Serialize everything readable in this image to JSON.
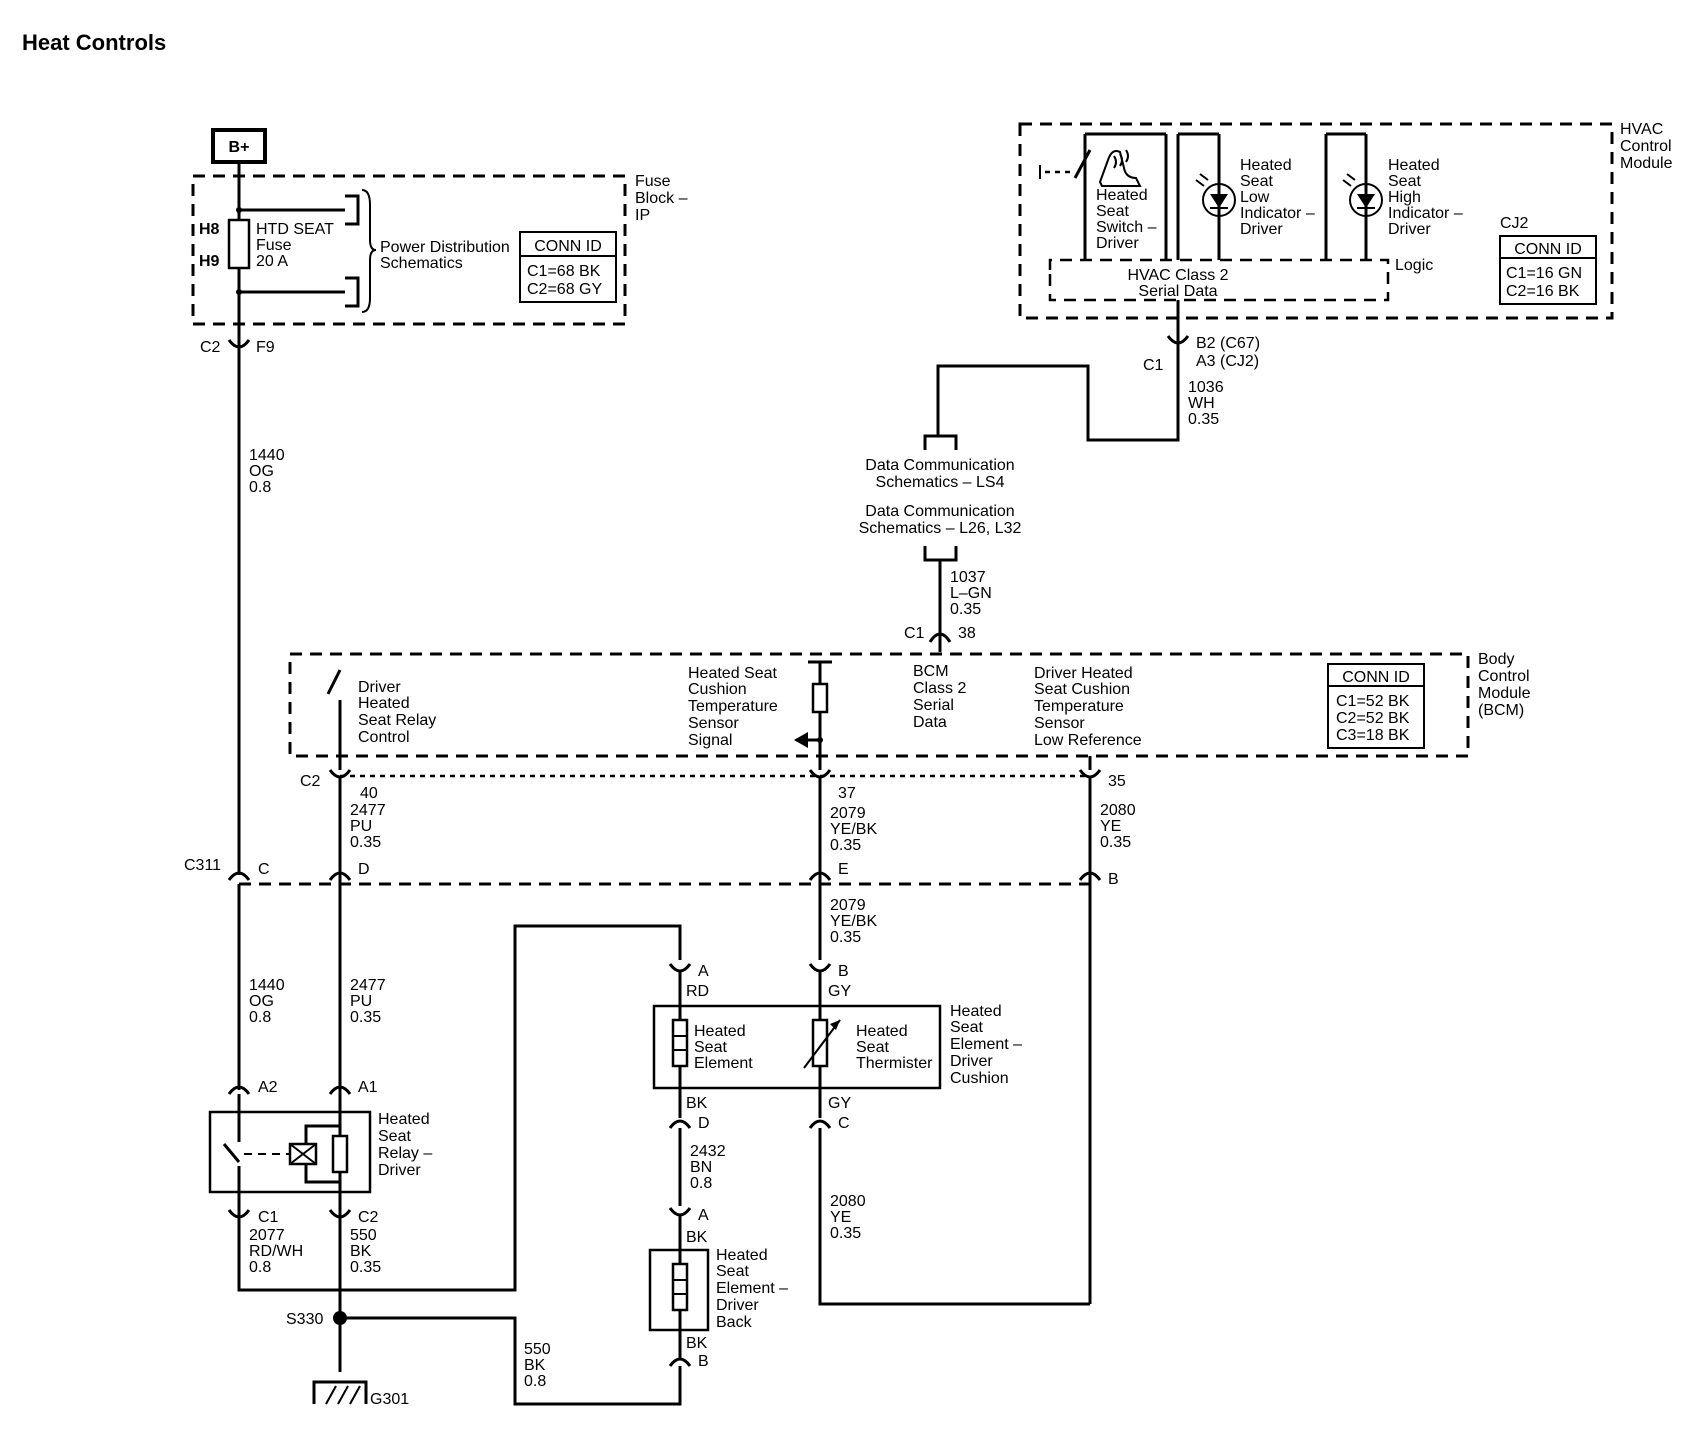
{
  "title": "Heat Controls",
  "power": {
    "label": "B+"
  },
  "fuse_block": {
    "name": [
      "Fuse",
      "Block –",
      "IP"
    ],
    "fuse": [
      "HTD SEAT",
      "Fuse",
      "20 A"
    ],
    "pin_top": "H8",
    "pin_bottom": "H9",
    "ref": [
      "Power Distribution",
      "Schematics"
    ],
    "conn_title": "CONN ID",
    "conn": [
      "C1=68 BK",
      "C2=68 GY"
    ],
    "out_conn": "C2",
    "out_pin": "F9"
  },
  "wire_1440_top": [
    "1440",
    "OG",
    "0.8"
  ],
  "hvac": {
    "name": [
      "HVAC",
      "Control",
      "Module"
    ],
    "switch": [
      "Heated",
      "Seat",
      "Switch –",
      "Driver"
    ],
    "low": [
      "Heated",
      "Seat",
      "Low",
      "Indicator –",
      "Driver"
    ],
    "high": [
      "Heated",
      "Seat",
      "High",
      "Indicator –",
      "Driver"
    ],
    "serial": [
      "HVAC Class 2",
      "Serial Data"
    ],
    "logic": "Logic",
    "cj2": "CJ2",
    "conn_title": "CONN ID",
    "conn": [
      "C1=16 GN",
      "C2=16 BK"
    ],
    "pin_c1": "C1",
    "pin": [
      "B2 (C67)",
      "A3 (CJ2)"
    ]
  },
  "wire_1036": [
    "1036",
    "WH",
    "0.35"
  ],
  "data_comm_1": [
    "Data Communication",
    "Schematics – LS4"
  ],
  "data_comm_2": [
    "Data Communication",
    "Schematics – L26, L32"
  ],
  "wire_1037": [
    "1037",
    "L–GN",
    "0.35"
  ],
  "bcm_pin_conn": "C1",
  "bcm_pin": "38",
  "bcm": {
    "name": [
      "Body",
      "Control",
      "Module",
      "(BCM)"
    ],
    "relay_ctrl": [
      "Driver",
      "Heated",
      "Seat Relay",
      "Control"
    ],
    "sensor_sig": [
      "Heated Seat",
      "Cushion",
      "Temperature",
      "Sensor",
      "Signal"
    ],
    "serial": [
      "BCM",
      "Class 2",
      "Serial",
      "Data"
    ],
    "low_ref": [
      "Driver Heated",
      "Seat Cushion",
      "Temperature",
      "Sensor",
      "Low Reference"
    ],
    "conn_title": "CONN ID",
    "conn": [
      "C1=52 BK",
      "C2=52 BK",
      "C3=18 BK"
    ],
    "c2": "C2",
    "pin40": "40",
    "pin37": "37",
    "pin35": "35"
  },
  "wire_2477_a": [
    "2477",
    "PU",
    "0.35"
  ],
  "wire_2079_a": [
    "2079",
    "YE/BK",
    "0.35"
  ],
  "wire_2080_a": [
    "2080",
    "YE",
    "0.35"
  ],
  "c311": {
    "name": "C311",
    "c": "C",
    "d": "D",
    "e": "E",
    "b": "B"
  },
  "wire_2079_b": [
    "2079",
    "YE/BK",
    "0.35"
  ],
  "wire_1440_b": [
    "1440",
    "OG",
    "0.8"
  ],
  "wire_2477_b": [
    "2477",
    "PU",
    "0.35"
  ],
  "cushion": {
    "name": [
      "Heated",
      "Seat",
      "Element –",
      "Driver",
      "Cushion"
    ],
    "element": [
      "Heated",
      "Seat",
      "Element"
    ],
    "thermister": [
      "Heated",
      "Seat",
      "Thermister"
    ],
    "pin_a": "A",
    "rd": "RD",
    "pin_b": "B",
    "gy_top": "GY",
    "bk": "BK",
    "pin_d": "D",
    "gy_bot": "GY",
    "pin_c": "C"
  },
  "relay": {
    "name": [
      "Heated",
      "Seat",
      "Relay –",
      "Driver"
    ],
    "a2": "A2",
    "a1": "A1",
    "c1": "C1",
    "c2": "C2"
  },
  "wire_2077": [
    "2077",
    "RD/WH",
    "0.8"
  ],
  "wire_550_a": [
    "550",
    "BK",
    "0.35"
  ],
  "wire_2432": [
    "2432",
    "BN",
    "0.8"
  ],
  "wire_2080_b": [
    "2080",
    "YE",
    "0.35"
  ],
  "back": {
    "name": [
      "Heated",
      "Seat",
      "Element –",
      "Driver",
      "Back"
    ],
    "pin_a": "A",
    "bk_top": "BK",
    "bk_bot": "BK",
    "pin_b": "B"
  },
  "splice": "S330",
  "wire_550_b": [
    "550",
    "BK",
    "0.8"
  ],
  "ground": "G301"
}
